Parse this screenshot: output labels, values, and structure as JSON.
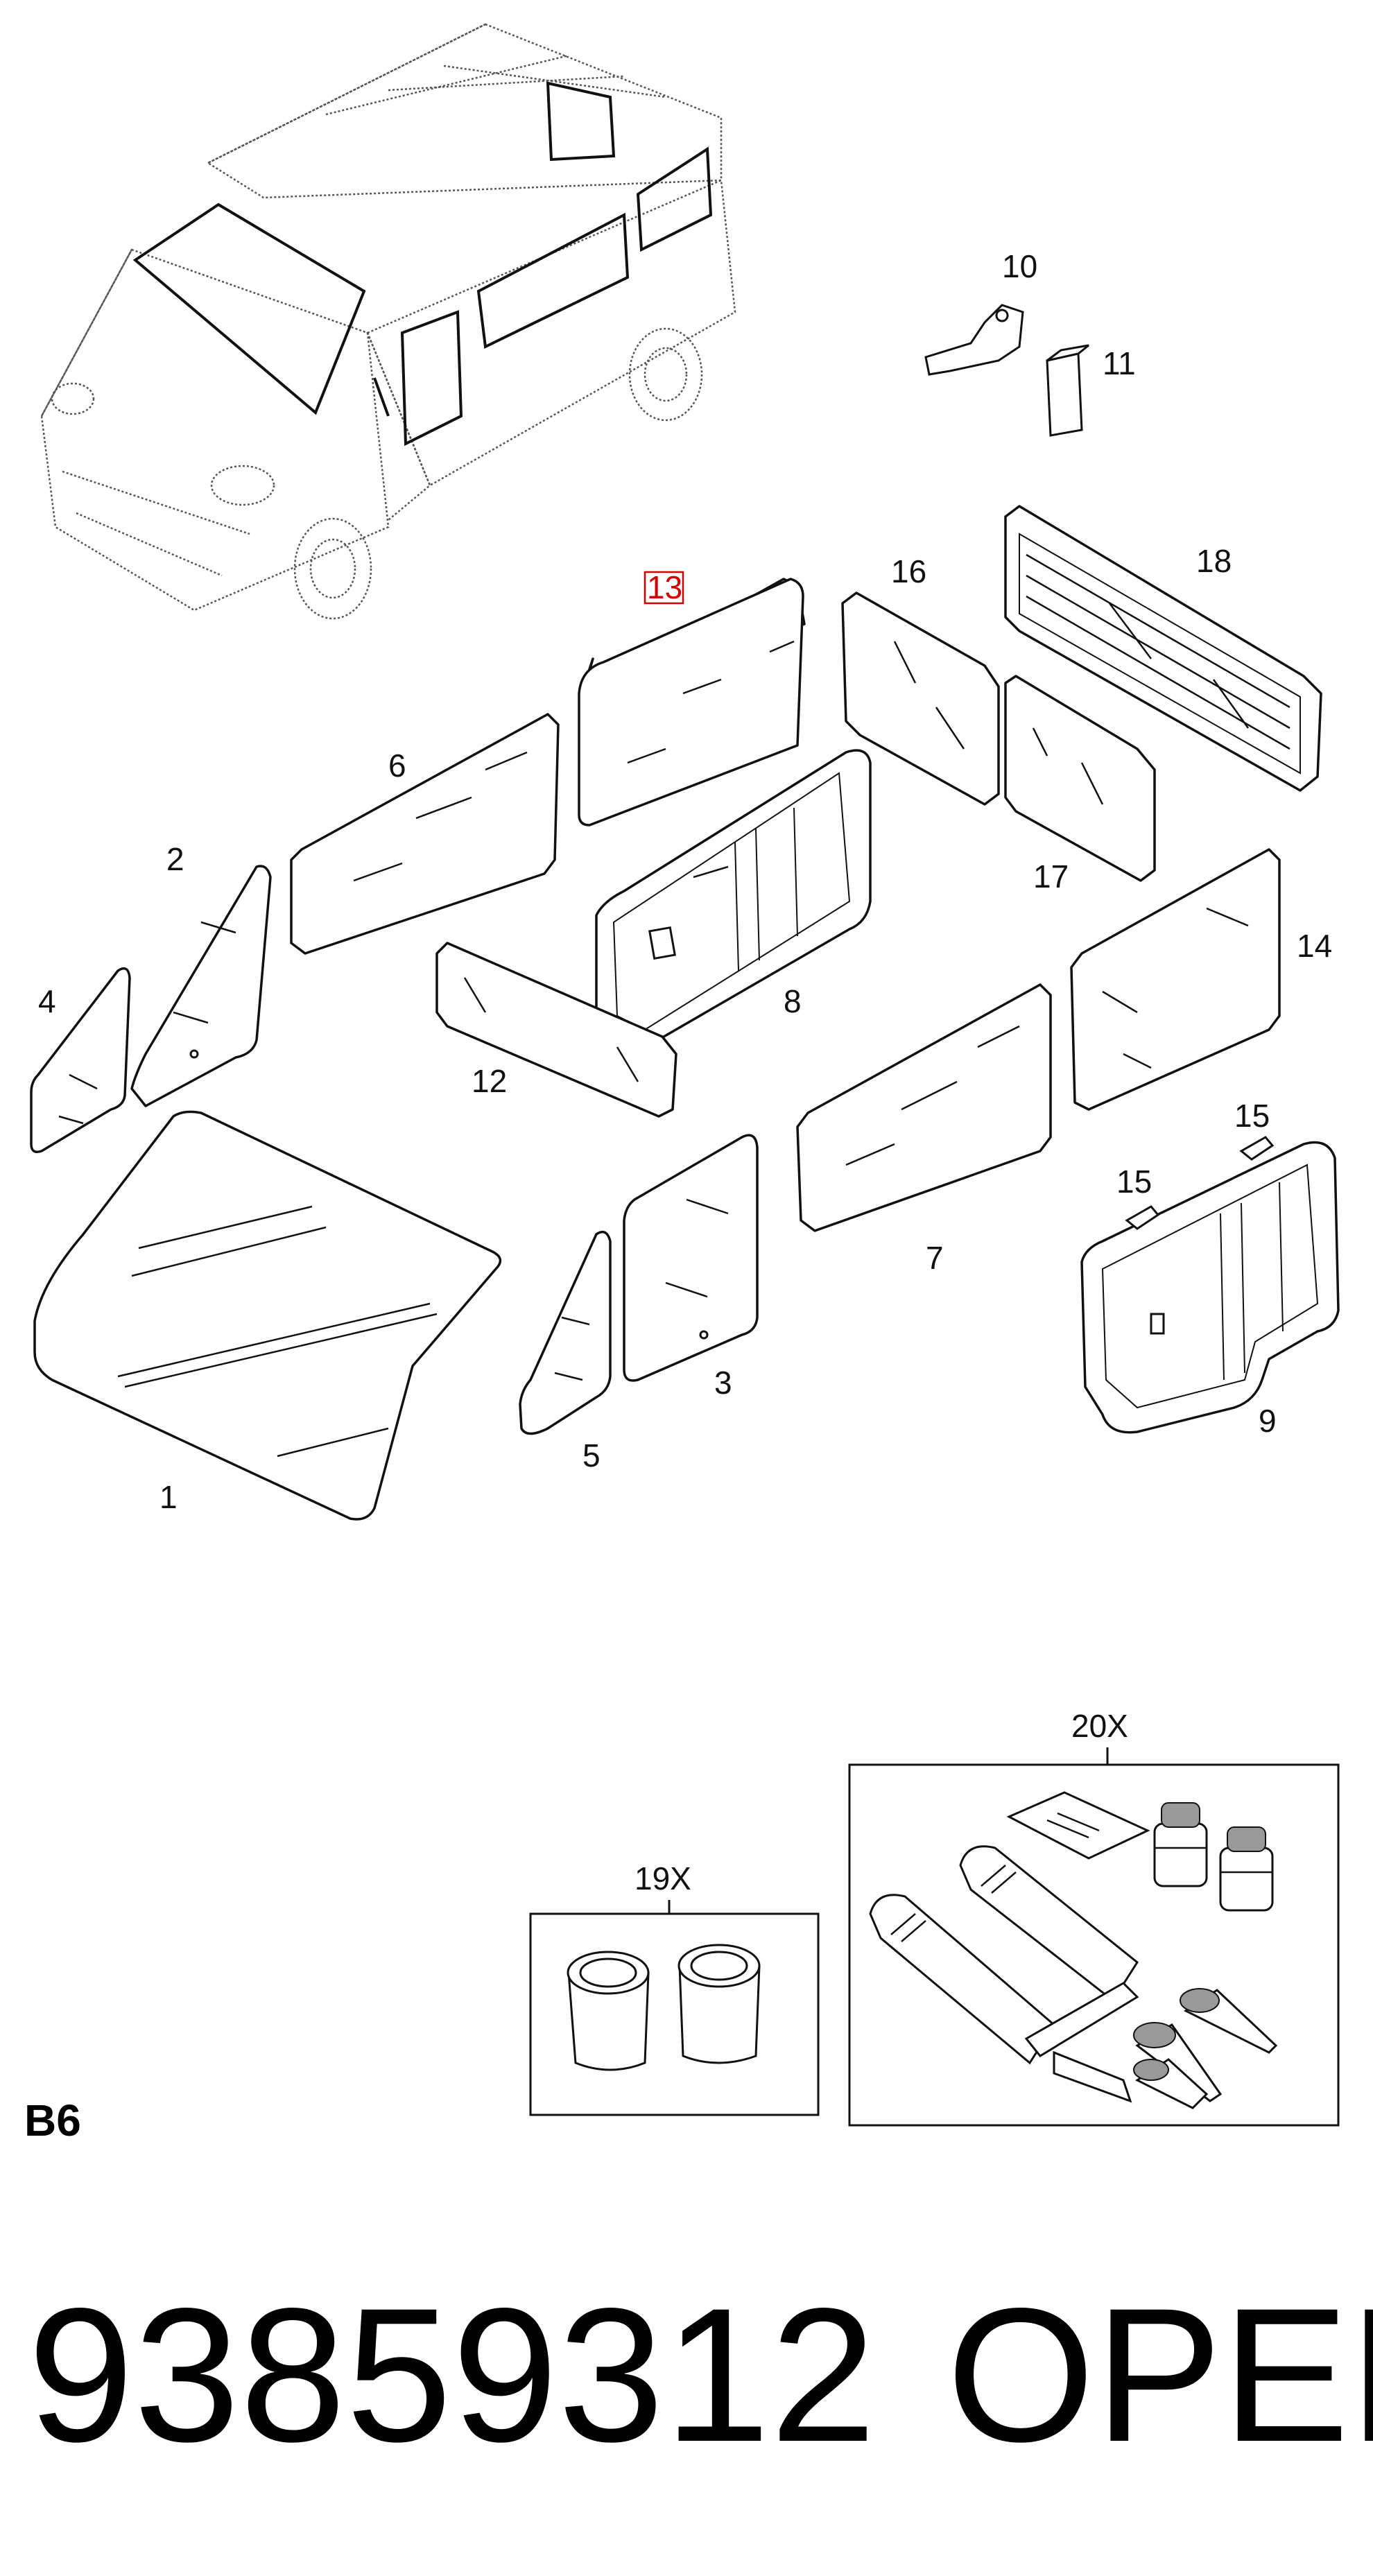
{
  "section_code": "B6",
  "part_number": "93859312",
  "brand": "OPEL",
  "callouts": [
    {
      "id": "1",
      "label": "1"
    },
    {
      "id": "2",
      "label": "2"
    },
    {
      "id": "3",
      "label": "3"
    },
    {
      "id": "4",
      "label": "4"
    },
    {
      "id": "5",
      "label": "5"
    },
    {
      "id": "6",
      "label": "6"
    },
    {
      "id": "7",
      "label": "7"
    },
    {
      "id": "8",
      "label": "8"
    },
    {
      "id": "9",
      "label": "9"
    },
    {
      "id": "10",
      "label": "10"
    },
    {
      "id": "11",
      "label": "11"
    },
    {
      "id": "12",
      "label": "12"
    },
    {
      "id": "13",
      "label": "13",
      "highlighted": true
    },
    {
      "id": "14",
      "label": "14"
    },
    {
      "id": "15a",
      "label": "15"
    },
    {
      "id": "15b",
      "label": "15"
    },
    {
      "id": "16",
      "label": "16"
    },
    {
      "id": "17",
      "label": "17"
    },
    {
      "id": "18",
      "label": "18"
    }
  ],
  "kits": {
    "k19": {
      "label": "19X"
    },
    "k20": {
      "label": "20X"
    }
  },
  "colors": {
    "highlight": "#d00000",
    "line": "#111111",
    "background": "#ffffff"
  }
}
